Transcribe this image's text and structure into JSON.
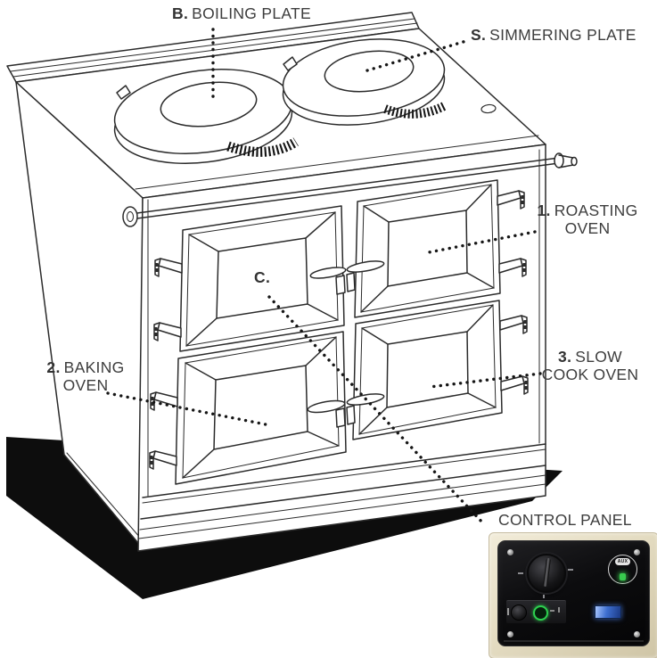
{
  "labels": {
    "boiling": {
      "prefix": "B.",
      "line1": "BOILING PLATE",
      "line2": ""
    },
    "simmering": {
      "prefix": "S.",
      "line1": "SIMMERING PLATE",
      "line2": ""
    },
    "roasting": {
      "prefix": "1.",
      "line1": "ROASTING",
      "line2": "OVEN"
    },
    "baking": {
      "prefix": "2.",
      "line1": "BAKING",
      "line2": "OVEN"
    },
    "slow_cook": {
      "prefix": "3.",
      "line1": "SLOW",
      "line2": "COOK OVEN"
    },
    "control_marker": {
      "prefix": "C."
    },
    "control_panel_caption": "CONTROL PANEL"
  },
  "control_panel": {
    "aux_label": "AUX",
    "surround_color": "#e7dfc8",
    "panel_color": "#0b0b0d",
    "indicator_green": "#3ed152",
    "display_blue": "#3f74d6"
  },
  "style": {
    "line_color": "#2b2b2b",
    "text_color": "#3d3d3d",
    "shadow_color": "#0d0d0d"
  }
}
